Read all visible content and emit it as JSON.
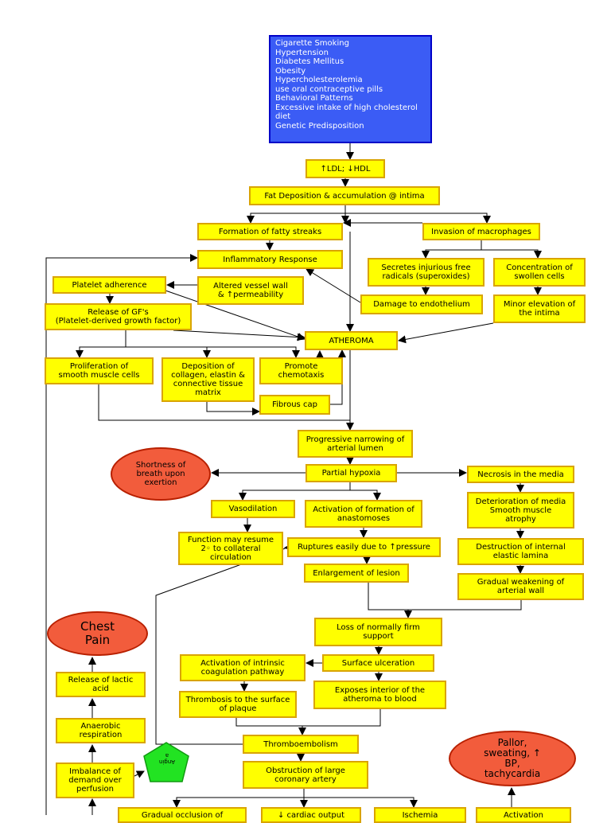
{
  "colors": {
    "node_fill": "#ffff00",
    "node_border": "#d9a400",
    "risk_fill": "#3b5cf5",
    "oval_fill": "#f25c3c",
    "pentagon_fill": "#22e322",
    "line": "#000000"
  },
  "risk_factors": [
    "Cigarette Smoking",
    "Hypertension",
    "Diabetes Mellitus",
    "Obesity",
    "Hypercholesterolemia",
    "use oral contraceptive pills",
    "Behavioral Patterns",
    "Excessive intake of  high cholesterol",
    "diet",
    "Genetic Predisposition"
  ],
  "nodes": {
    "ldl_hdl": "↑LDL; ↓HDL",
    "fat_deposition": "Fat Deposition & accumulation @ intima",
    "fatty_streaks": "Formation of fatty streaks",
    "macrophages": "Invasion of macrophages",
    "inflammatory": "Inflammatory Response",
    "free_radicals": "Secretes injurious free\nradicals (superoxides)",
    "swollen_cells": "Concentration of\nswollen cells",
    "platelet_adherence": "Platelet adherence",
    "altered_wall": "Altered vessel wall\n& ↑permeability",
    "endothelium": "Damage to endothelium",
    "minor_elevation": "Minor elevation of\nthe intima",
    "release_gf": "Release of GF's\n(Platelet-derived growth factor)",
    "atheroma": "ATHEROMA",
    "proliferation": "Proliferation of\nsmooth muscle cells",
    "collagen": "Deposition of\ncollagen, elastin &\nconnective tissue\nmatrix",
    "chemotaxis": "Promote\nchemotaxis",
    "fibrous_cap": "Fibrous cap",
    "narrowing": "Progressive narrowing of\narterial lumen",
    "hypoxia": "Partial hypoxia",
    "necrosis": "Necrosis in the media",
    "vasodilation": "Vasodilation",
    "anastomoses": "Activation of formation of\nanastomoses",
    "deterioration": "Deterioration of media\nSmooth muscle\natrophy",
    "function_resume": "Function may resume\n2◦ to collateral circulation",
    "ruptures": "Ruptures easily due to ↑pressure",
    "destruction": "Destruction of internal\nelastic lamina",
    "enlargement": "Enlargement of lesion",
    "weakening": "Gradual weakening of\narterial wall",
    "loss_firm": "Loss of normally firm\nsupport",
    "intrinsic": "Activation of intrinsic\ncoagulation pathway",
    "ulceration": "Surface ulceration",
    "thrombosis": "Thrombosis to the surface\nof plaque",
    "exposes": "Exposes interior of the\natheroma to blood",
    "thromboembolism": "Thromboembolism",
    "obstruction": "Obstruction of large\ncoronary artery",
    "lactic_acid": "Release of lactic\nacid",
    "anaerobic": "Anaerobic\nrespiration",
    "imbalance": "Imbalance of\ndemand over\nperfusion",
    "bottom_1": "Gradual occlusion of",
    "bottom_2": "↓ cardiac output",
    "bottom_3": "Ischemia",
    "bottom_4": "Activation"
  },
  "symptoms": {
    "shortness": "Shortness of\nbreath upon\nexertion",
    "chest_pain": "Chest\nPain",
    "pallor": "Pallor,\nsweating, ↑\nBP,\ntachycardia"
  },
  "angina": "Angin\na"
}
